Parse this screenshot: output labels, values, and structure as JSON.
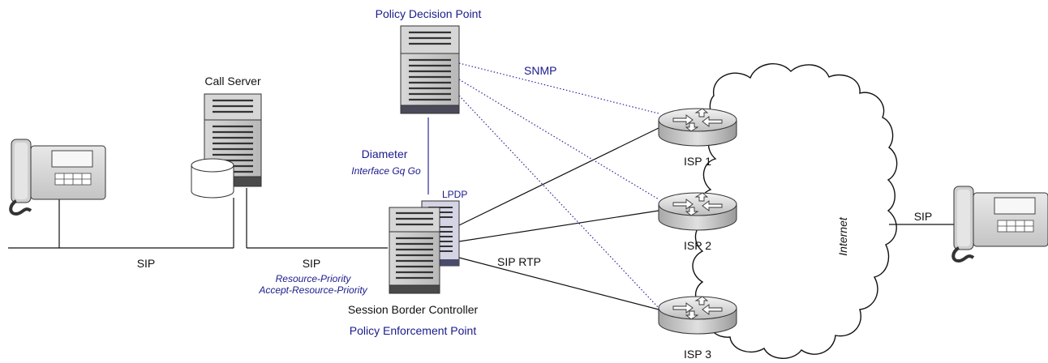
{
  "labels": {
    "pdp": "Policy Decision Point",
    "snmp": "SNMP",
    "call_server": "Call Server",
    "diameter": "Diameter",
    "interface": "Interface Gq Go",
    "lpdp": "LPDP",
    "isp1": "ISP 1",
    "isp2": "ISP 2",
    "isp3": "ISP 3",
    "internet": "Internet",
    "sip_right": "SIP",
    "sip_left": "SIP",
    "sip_mid": "SIP",
    "resource_priority": "Resource-Priority",
    "accept_resource_priority": "Accept-Resource-Priority",
    "sip_rtp": "SIP RTP",
    "sbc": "Session Border Controller",
    "pep": "Policy Enforcement Point"
  },
  "colors": {
    "blue_text": "#1a1a8c",
    "blue_line": "#2a2a9c",
    "device_gray": "#cfcfcf",
    "device_dark": "#4a4a4a"
  },
  "icons": {
    "phones": "desk-phone-icon",
    "servers": "server-tower-icon",
    "routers": "router-icon",
    "cloud": "cloud-icon",
    "database": "database-icon"
  }
}
